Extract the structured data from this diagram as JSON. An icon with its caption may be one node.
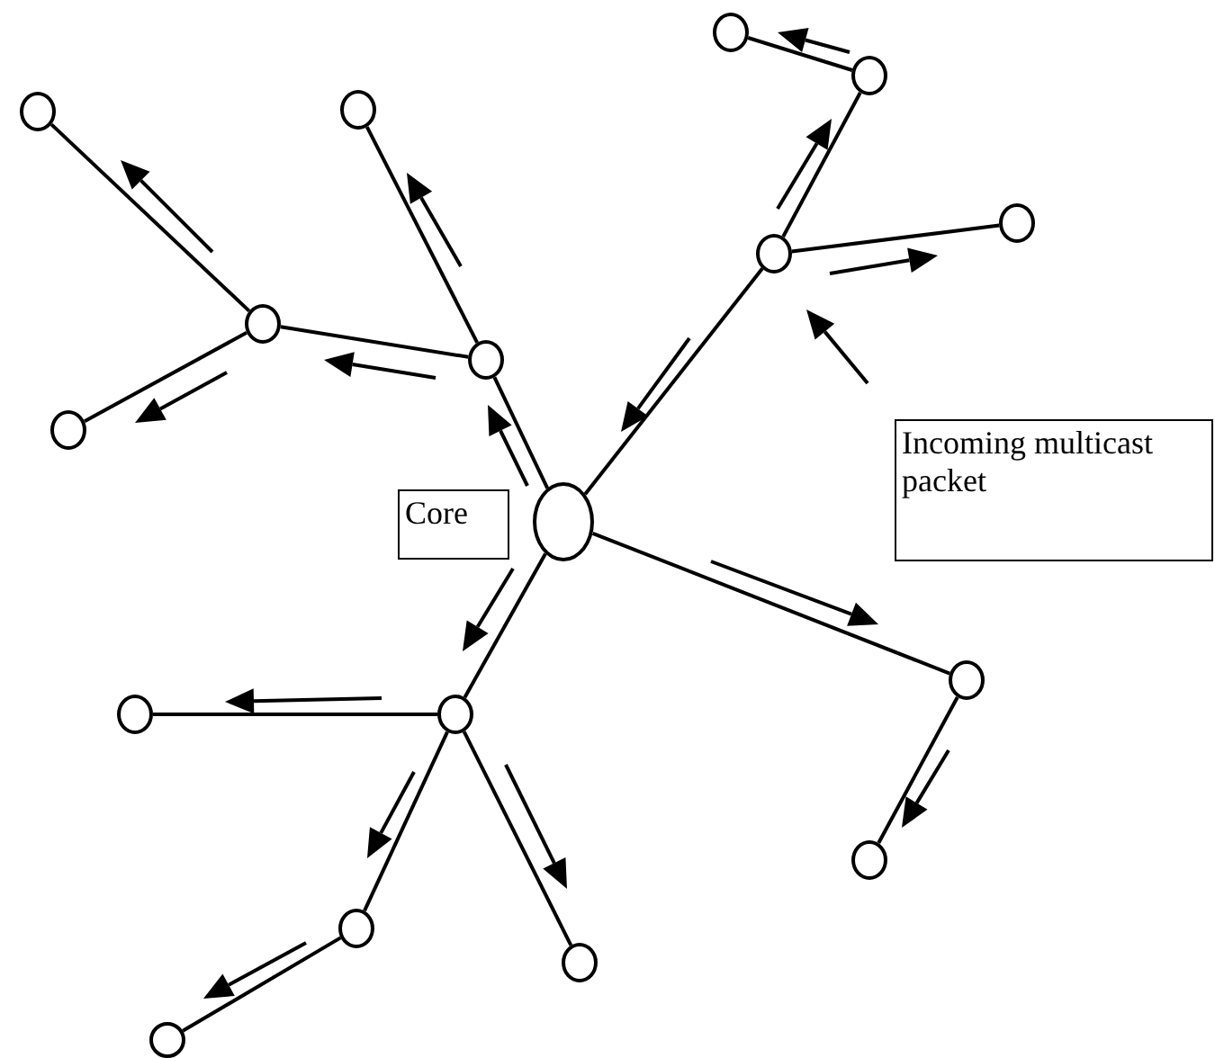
{
  "diagram": {
    "nodes": [
      {
        "text": [],
        "shape": "circle"
      },
      {
        "text": [],
        "shape": "circle"
      },
      {
        "text": [],
        "shape": "circle"
      },
      {
        "text": [],
        "shape": "circle"
      },
      {
        "text": [],
        "shape": "circle"
      },
      {
        "text": [],
        "shape": "circle"
      },
      {
        "text": [],
        "shape": "circle"
      },
      {
        "text": [],
        "shape": "circle"
      },
      {
        "text": [],
        "shape": "circle"
      },
      {
        "text": [
          "Core"
        ]
      },
      {
        "text": [],
        "shape": "circle"
      },
      {
        "text": [
          "Incoming multicast packet"
        ]
      },
      {
        "text": [],
        "shape": "circle"
      },
      {
        "text": [],
        "shape": "circle"
      },
      {
        "text": [],
        "shape": "circle"
      },
      {
        "text": [],
        "shape": "circle"
      },
      {
        "text": [],
        "shape": "circle"
      },
      {
        "text": [],
        "shape": "circle"
      },
      {
        "text": [],
        "shape": "circle"
      }
    ],
    "edges": [
      {
        "from": 10,
        "to": 7,
        "arrow": "none"
      },
      {
        "from": 7,
        "to": 3,
        "arrow": "none"
      },
      {
        "from": 7,
        "to": 6,
        "arrow": "none"
      },
      {
        "from": 6,
        "to": 2,
        "arrow": "none"
      },
      {
        "from": 6,
        "to": 8,
        "arrow": "none"
      },
      {
        "from": 10,
        "to": 4,
        "arrow": "none"
      },
      {
        "from": 4,
        "to": 1,
        "arrow": "none"
      },
      {
        "from": 1,
        "to": 0,
        "arrow": "none"
      },
      {
        "from": 4,
        "to": 5,
        "arrow": "none"
      },
      {
        "from": 10,
        "to": 12,
        "arrow": "none"
      },
      {
        "from": 12,
        "to": 15,
        "arrow": "none"
      },
      {
        "from": 10,
        "to": 13,
        "arrow": "none"
      },
      {
        "from": 13,
        "to": 14,
        "arrow": "none"
      },
      {
        "from": 13,
        "to": 16,
        "arrow": "none"
      },
      {
        "from": 16,
        "to": 18,
        "arrow": "none"
      },
      {
        "from": 13,
        "to": 17,
        "arrow": "none"
      }
    ]
  }
}
